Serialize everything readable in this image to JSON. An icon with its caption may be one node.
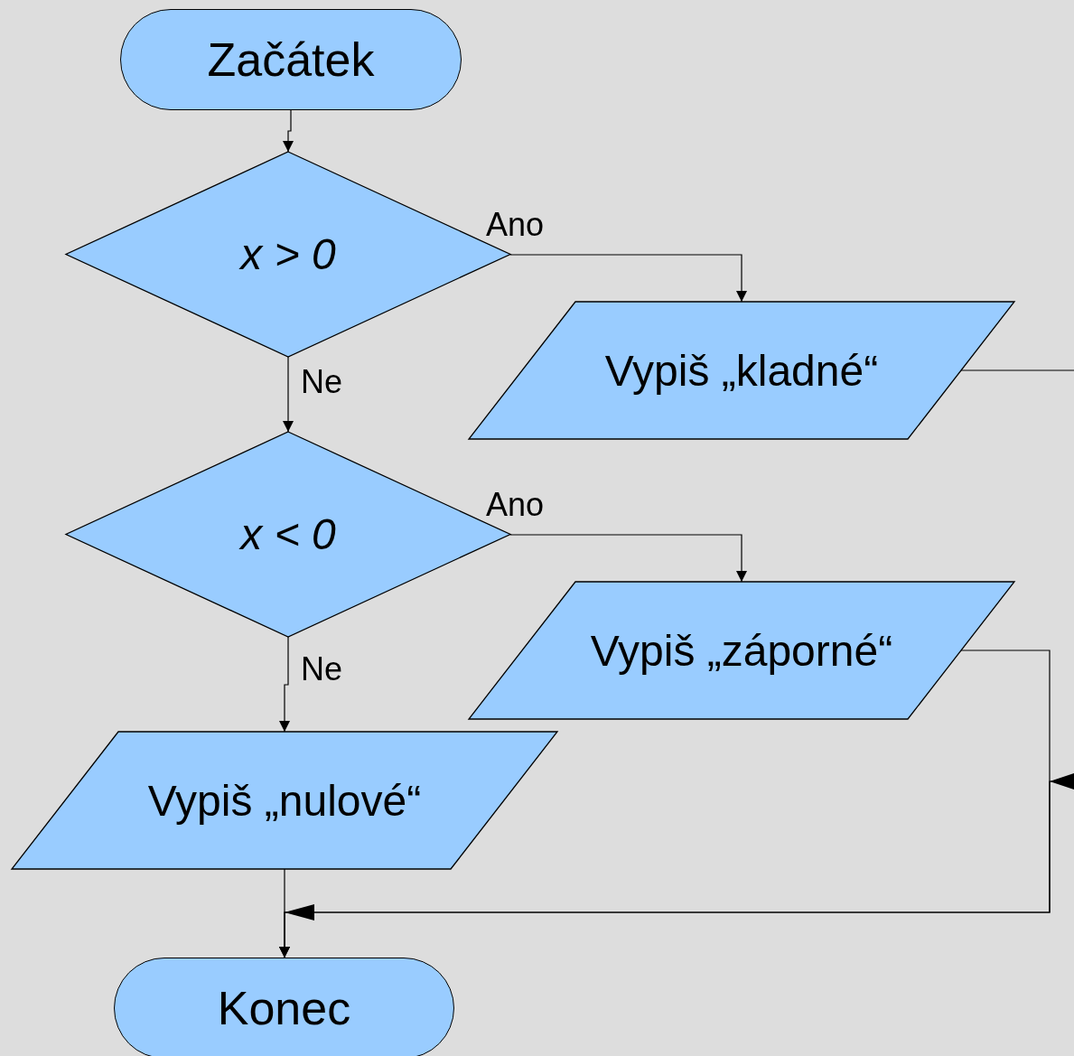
{
  "diagram": {
    "nodes": [
      {
        "text": [
          "Začátek"
        ]
      },
      {
        "text": [
          "x > 0"
        ]
      },
      {
        "text": [
          "Vypiš „kladné“"
        ]
      },
      {
        "text": [
          "x < 0"
        ]
      },
      {
        "text": [
          "Vypiš „záporné“"
        ]
      },
      {
        "text": [
          "Vypiš „nulové“"
        ]
      },
      {
        "text": [
          "Konec"
        ]
      }
    ],
    "edges": [
      {
        "from": 0,
        "to": 1,
        "arrow": "to"
      },
      {
        "from": 1,
        "to": 2,
        "arrow": "to",
        "label": "Ano"
      },
      {
        "from": 1,
        "to": 3,
        "arrow": "to",
        "label": "Ne"
      },
      {
        "from": 3,
        "to": 4,
        "arrow": "to",
        "label": "Ano"
      },
      {
        "from": 3,
        "to": 5,
        "arrow": "to",
        "label": "Ne"
      },
      {
        "from": 2,
        "to": 6,
        "arrow": "to"
      },
      {
        "from": 4,
        "to": 6,
        "arrow": "to"
      },
      {
        "from": 5,
        "to": 6,
        "arrow": "to"
      }
    ]
  }
}
